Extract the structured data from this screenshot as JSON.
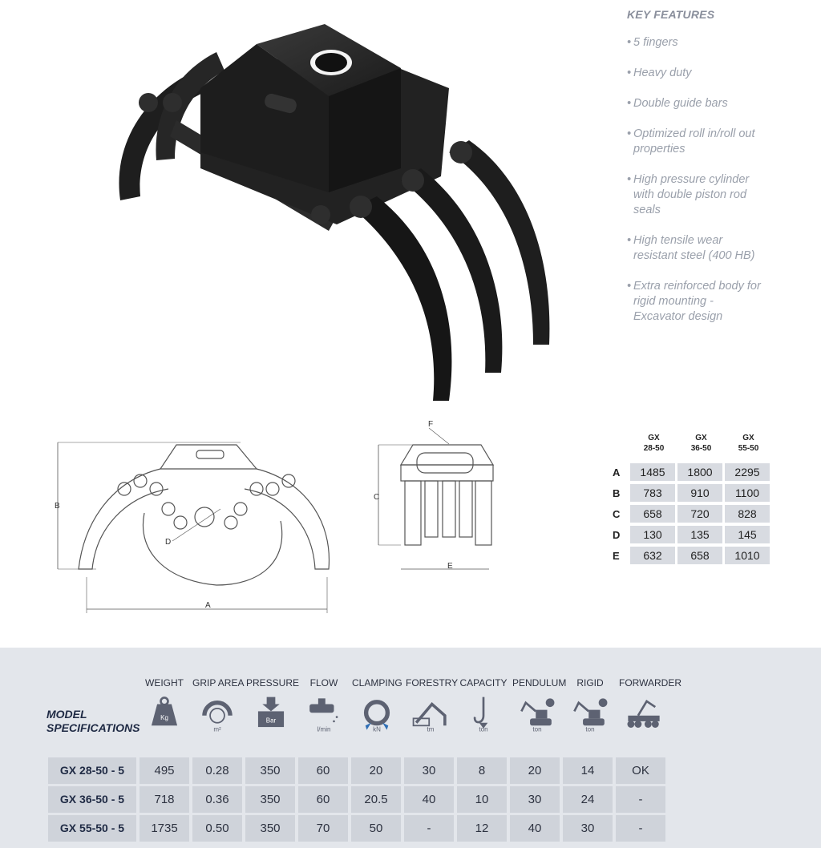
{
  "features": {
    "title": "KEY FEATURES",
    "items": [
      [
        "5 fingers"
      ],
      [
        "Heavy duty"
      ],
      [
        "Double guide bars"
      ],
      [
        "Optimized roll in/roll out",
        "properties"
      ],
      [
        "High pressure cylinder",
        "with double piston rod",
        "seals"
      ],
      [
        "High tensile wear",
        "resistant steel (400 HB)"
      ],
      [
        "Extra reinforced body for",
        "rigid mounting -",
        "Excavator design"
      ]
    ]
  },
  "drawings": {
    "front_labels": {
      "a": "A",
      "b": "B",
      "d": "D"
    },
    "side_labels": {
      "c": "C",
      "e": "E",
      "f": "F"
    }
  },
  "dimensions": {
    "models": [
      [
        "GX",
        "28-50"
      ],
      [
        "GX",
        "36-50"
      ],
      [
        "GX",
        "55-50"
      ]
    ],
    "rows": [
      {
        "label": "A",
        "values": [
          "1485",
          "1800",
          "2295"
        ]
      },
      {
        "label": "B",
        "values": [
          "783",
          "910",
          "1100"
        ]
      },
      {
        "label": "C",
        "values": [
          "658",
          "720",
          "828"
        ]
      },
      {
        "label": "D",
        "values": [
          "130",
          "135",
          "145"
        ]
      },
      {
        "label": "E",
        "values": [
          "632",
          "658",
          "1010"
        ]
      }
    ]
  },
  "specs": {
    "title_line1": "MODEL",
    "title_line2": "SPECIFICATIONS",
    "columns": [
      {
        "label": "WEIGHT",
        "icon": "weight-icon",
        "icon_text": "Kg"
      },
      {
        "label": "GRIP AREA",
        "icon": "grip-area-icon",
        "icon_text": "m²"
      },
      {
        "label": "PRESSURE",
        "icon": "pressure-icon",
        "icon_text": "Bar"
      },
      {
        "label": "FLOW",
        "icon": "flow-icon",
        "icon_text": "l/min"
      },
      {
        "label": "CLAMPING",
        "icon": "clamping-icon",
        "icon_text": "kN"
      },
      {
        "label": "FORESTRY",
        "icon": "forestry-icon",
        "icon_text": "tm"
      },
      {
        "label": "CAPACITY",
        "icon": "capacity-icon",
        "icon_text": "ton"
      },
      {
        "label": "PENDULUM",
        "icon": "pendulum-icon",
        "icon_text": "ton"
      },
      {
        "label": "RIGID",
        "icon": "rigid-icon",
        "icon_text": "ton"
      },
      {
        "label": "FORWARDER",
        "icon": "forwarder-icon",
        "icon_text": ""
      }
    ],
    "rows": [
      {
        "model": "GX 28-50 - 5",
        "values": [
          "495",
          "0.28",
          "350",
          "60",
          "20",
          "30",
          "8",
          "20",
          "14",
          "OK"
        ]
      },
      {
        "model": "GX 36-50 - 5",
        "values": [
          "718",
          "0.36",
          "350",
          "60",
          "20.5",
          "40",
          "10",
          "30",
          "24",
          "-"
        ]
      },
      {
        "model": "GX 55-50 - 5",
        "values": [
          "1735",
          "0.50",
          "350",
          "70",
          "50",
          "-",
          "12",
          "40",
          "30",
          "-"
        ]
      }
    ]
  },
  "colors": {
    "accent": "#1f2a44",
    "band": "#e3e6eb",
    "cell": "#cfd3da",
    "feature_text": "#9aa0ab"
  }
}
